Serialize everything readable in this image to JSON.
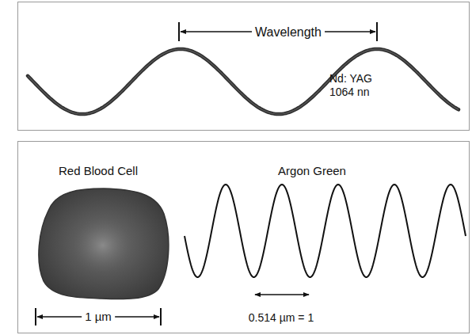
{
  "diagram": {
    "nodes": [
      {
        "text": [
          "Wavelength",
          "Nd: YAG 1064 nn"
        ]
      },
      {
        "text": [
          "Argon Green"
        ]
      },
      {
        "text": [
          "Red Blood Cell"
        ],
        "in": 1
      }
    ],
    "labels": [
      "1 µm",
      "0.514 µm = 1"
    ]
  }
}
